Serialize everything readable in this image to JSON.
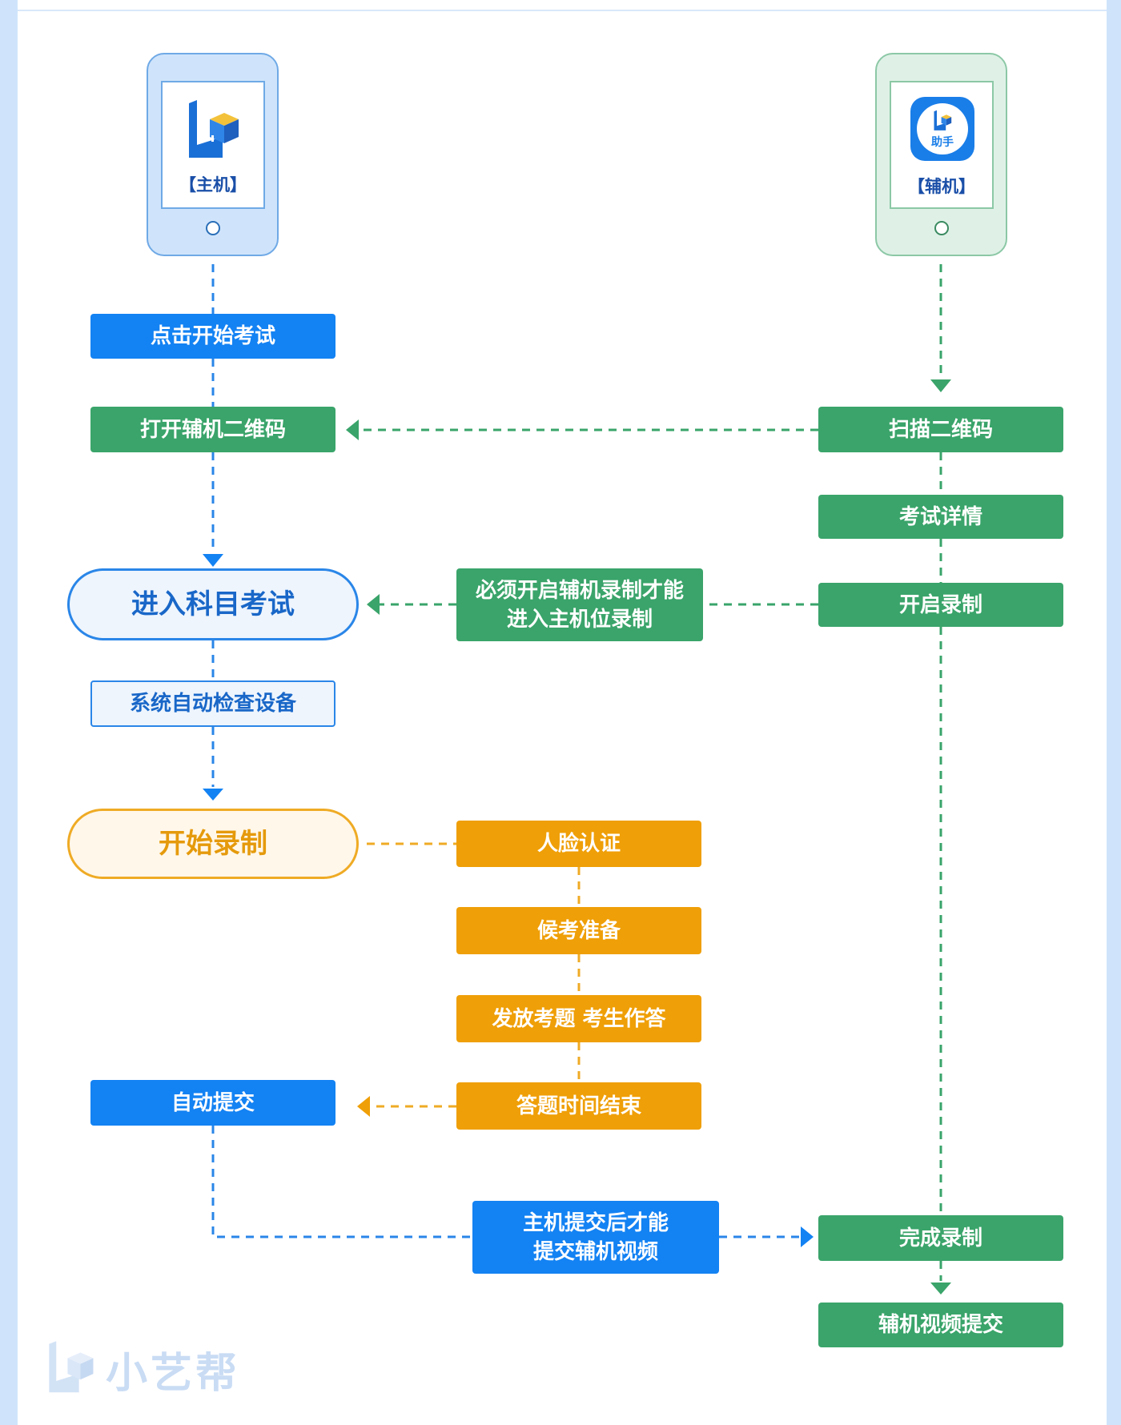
{
  "host_phone": {
    "label": "【主机】"
  },
  "aux_phone": {
    "label": "【辅机】",
    "app_icon_text": "助手"
  },
  "host_steps": {
    "click_start": "点击开始考试",
    "open_qr": "打开辅机二维码",
    "enter_exam": "进入科目考试",
    "auto_check": "系统自动检查设备",
    "start_recording": "开始录制",
    "auto_submit": "自动提交"
  },
  "aux_steps": {
    "scan_qr": "扫描二维码",
    "exam_details": "考试详情",
    "enable_recording": "开启录制",
    "complete_recording": "完成录制",
    "submit_video": "辅机视频提交"
  },
  "middle_steps": {
    "must_enable_line1": "必须开启辅机录制才能",
    "must_enable_line2": "进入主机位录制",
    "face_auth": "人脸认证",
    "prepare": "候考准备",
    "answer": "发放考题 考生作答",
    "time_end": "答题时间结束",
    "submit_note_line1": "主机提交后才能",
    "submit_note_line2": "提交辅机视频"
  },
  "watermark": "小艺帮",
  "colors": {
    "blue": "#1382f3",
    "green": "#3aa46a",
    "orange": "#ef9f07",
    "light_blue_bg": "#cfe4fb"
  }
}
